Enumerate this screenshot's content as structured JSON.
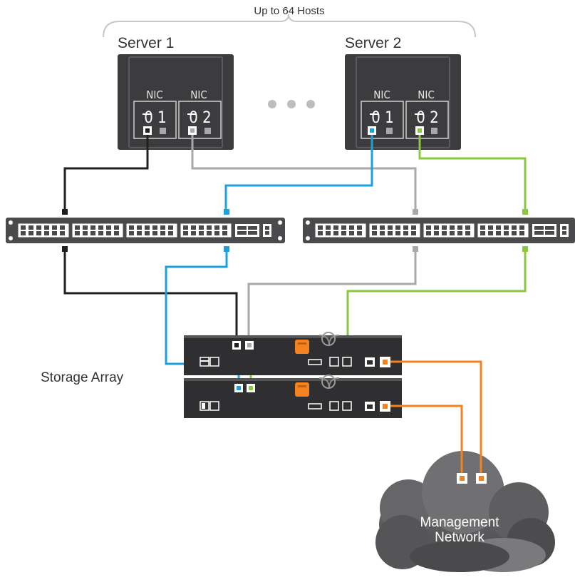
{
  "hosts_label": "Up to 64 Hosts",
  "servers": [
    {
      "name": "Server 1",
      "nic_a": "NIC",
      "nic_b": "NIC",
      "port_a": "0 1",
      "port_b": "0 2"
    },
    {
      "name": "Server 2",
      "nic_a": "NIC",
      "nic_b": "NIC",
      "port_a": "0 1",
      "port_b": "0 2"
    }
  ],
  "storage_label": "Storage Array",
  "cloud_label_line1": "Management",
  "cloud_label_line2": "Network",
  "colors": {
    "server_body": "#3c3c3e",
    "switch_body": "#4a4a4c",
    "array_body": "#2f2f31",
    "cloud": "#5c5c5e",
    "cable_black": "#231f20",
    "cable_gray": "#a7a9ac",
    "cable_blue": "#1ba1dc",
    "cable_green": "#8dc63f",
    "cable_orange": "#f58220"
  }
}
